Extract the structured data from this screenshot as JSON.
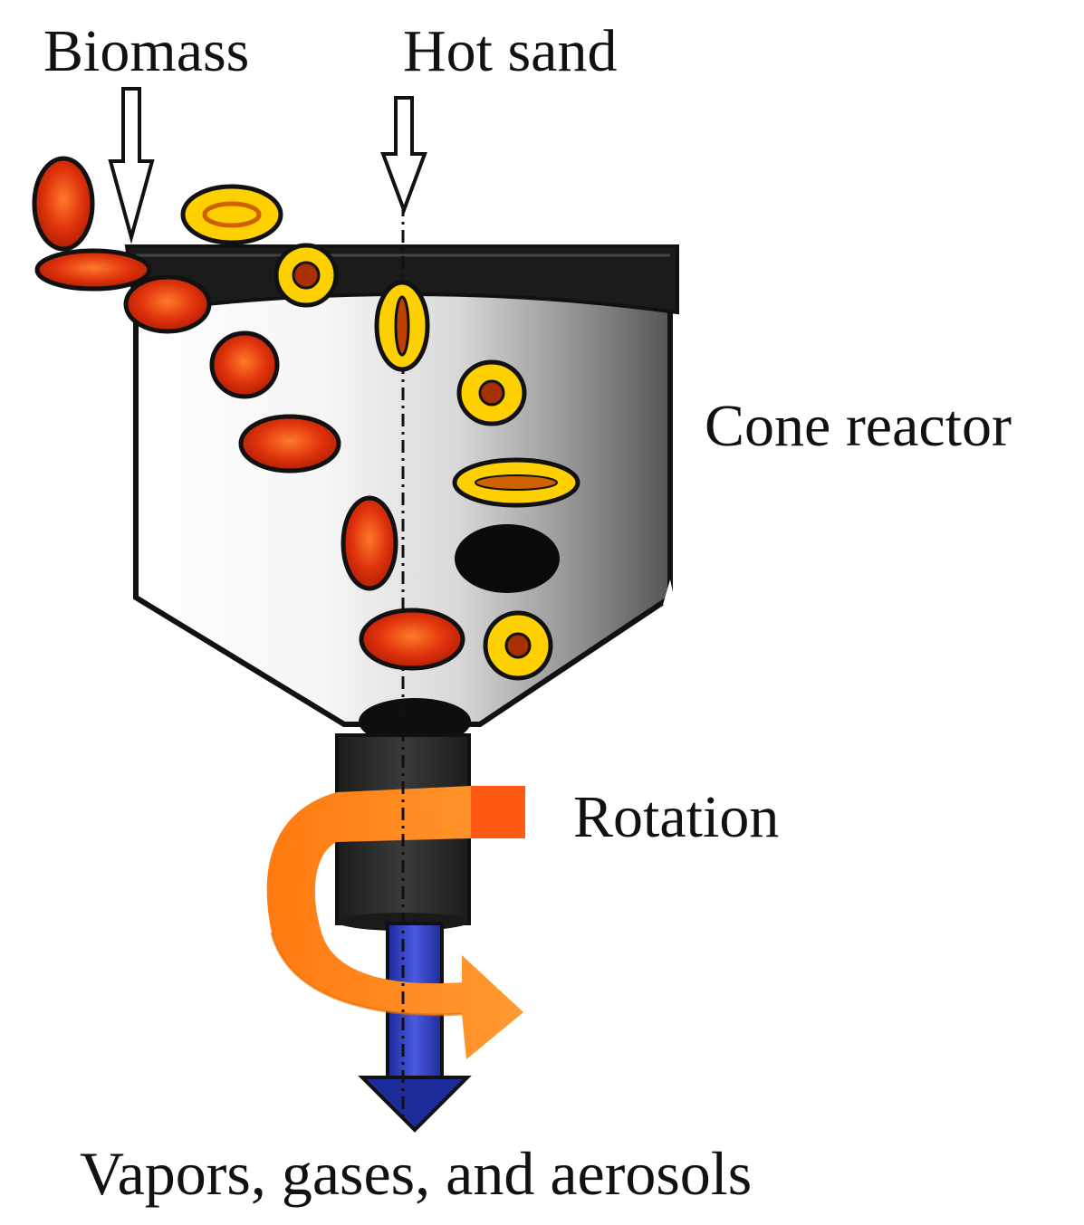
{
  "labels": {
    "biomass": "Biomass",
    "hot_sand": "Hot sand",
    "cone_reactor": "Cone reactor",
    "rotation": "Rotation",
    "output": "Vapors, gases, and aerosols"
  },
  "colors": {
    "biomass_particle": "#d42a0a",
    "sand_particle": "#ffd000",
    "outline": "#111111",
    "rotation_arrow": "#ff8a1a",
    "rotation_arrow_top": "#ff5a14",
    "outlet_arrow": "#2a36b8",
    "shaft": "#2b2b2b",
    "reactor_top": "#1a1a1a"
  }
}
